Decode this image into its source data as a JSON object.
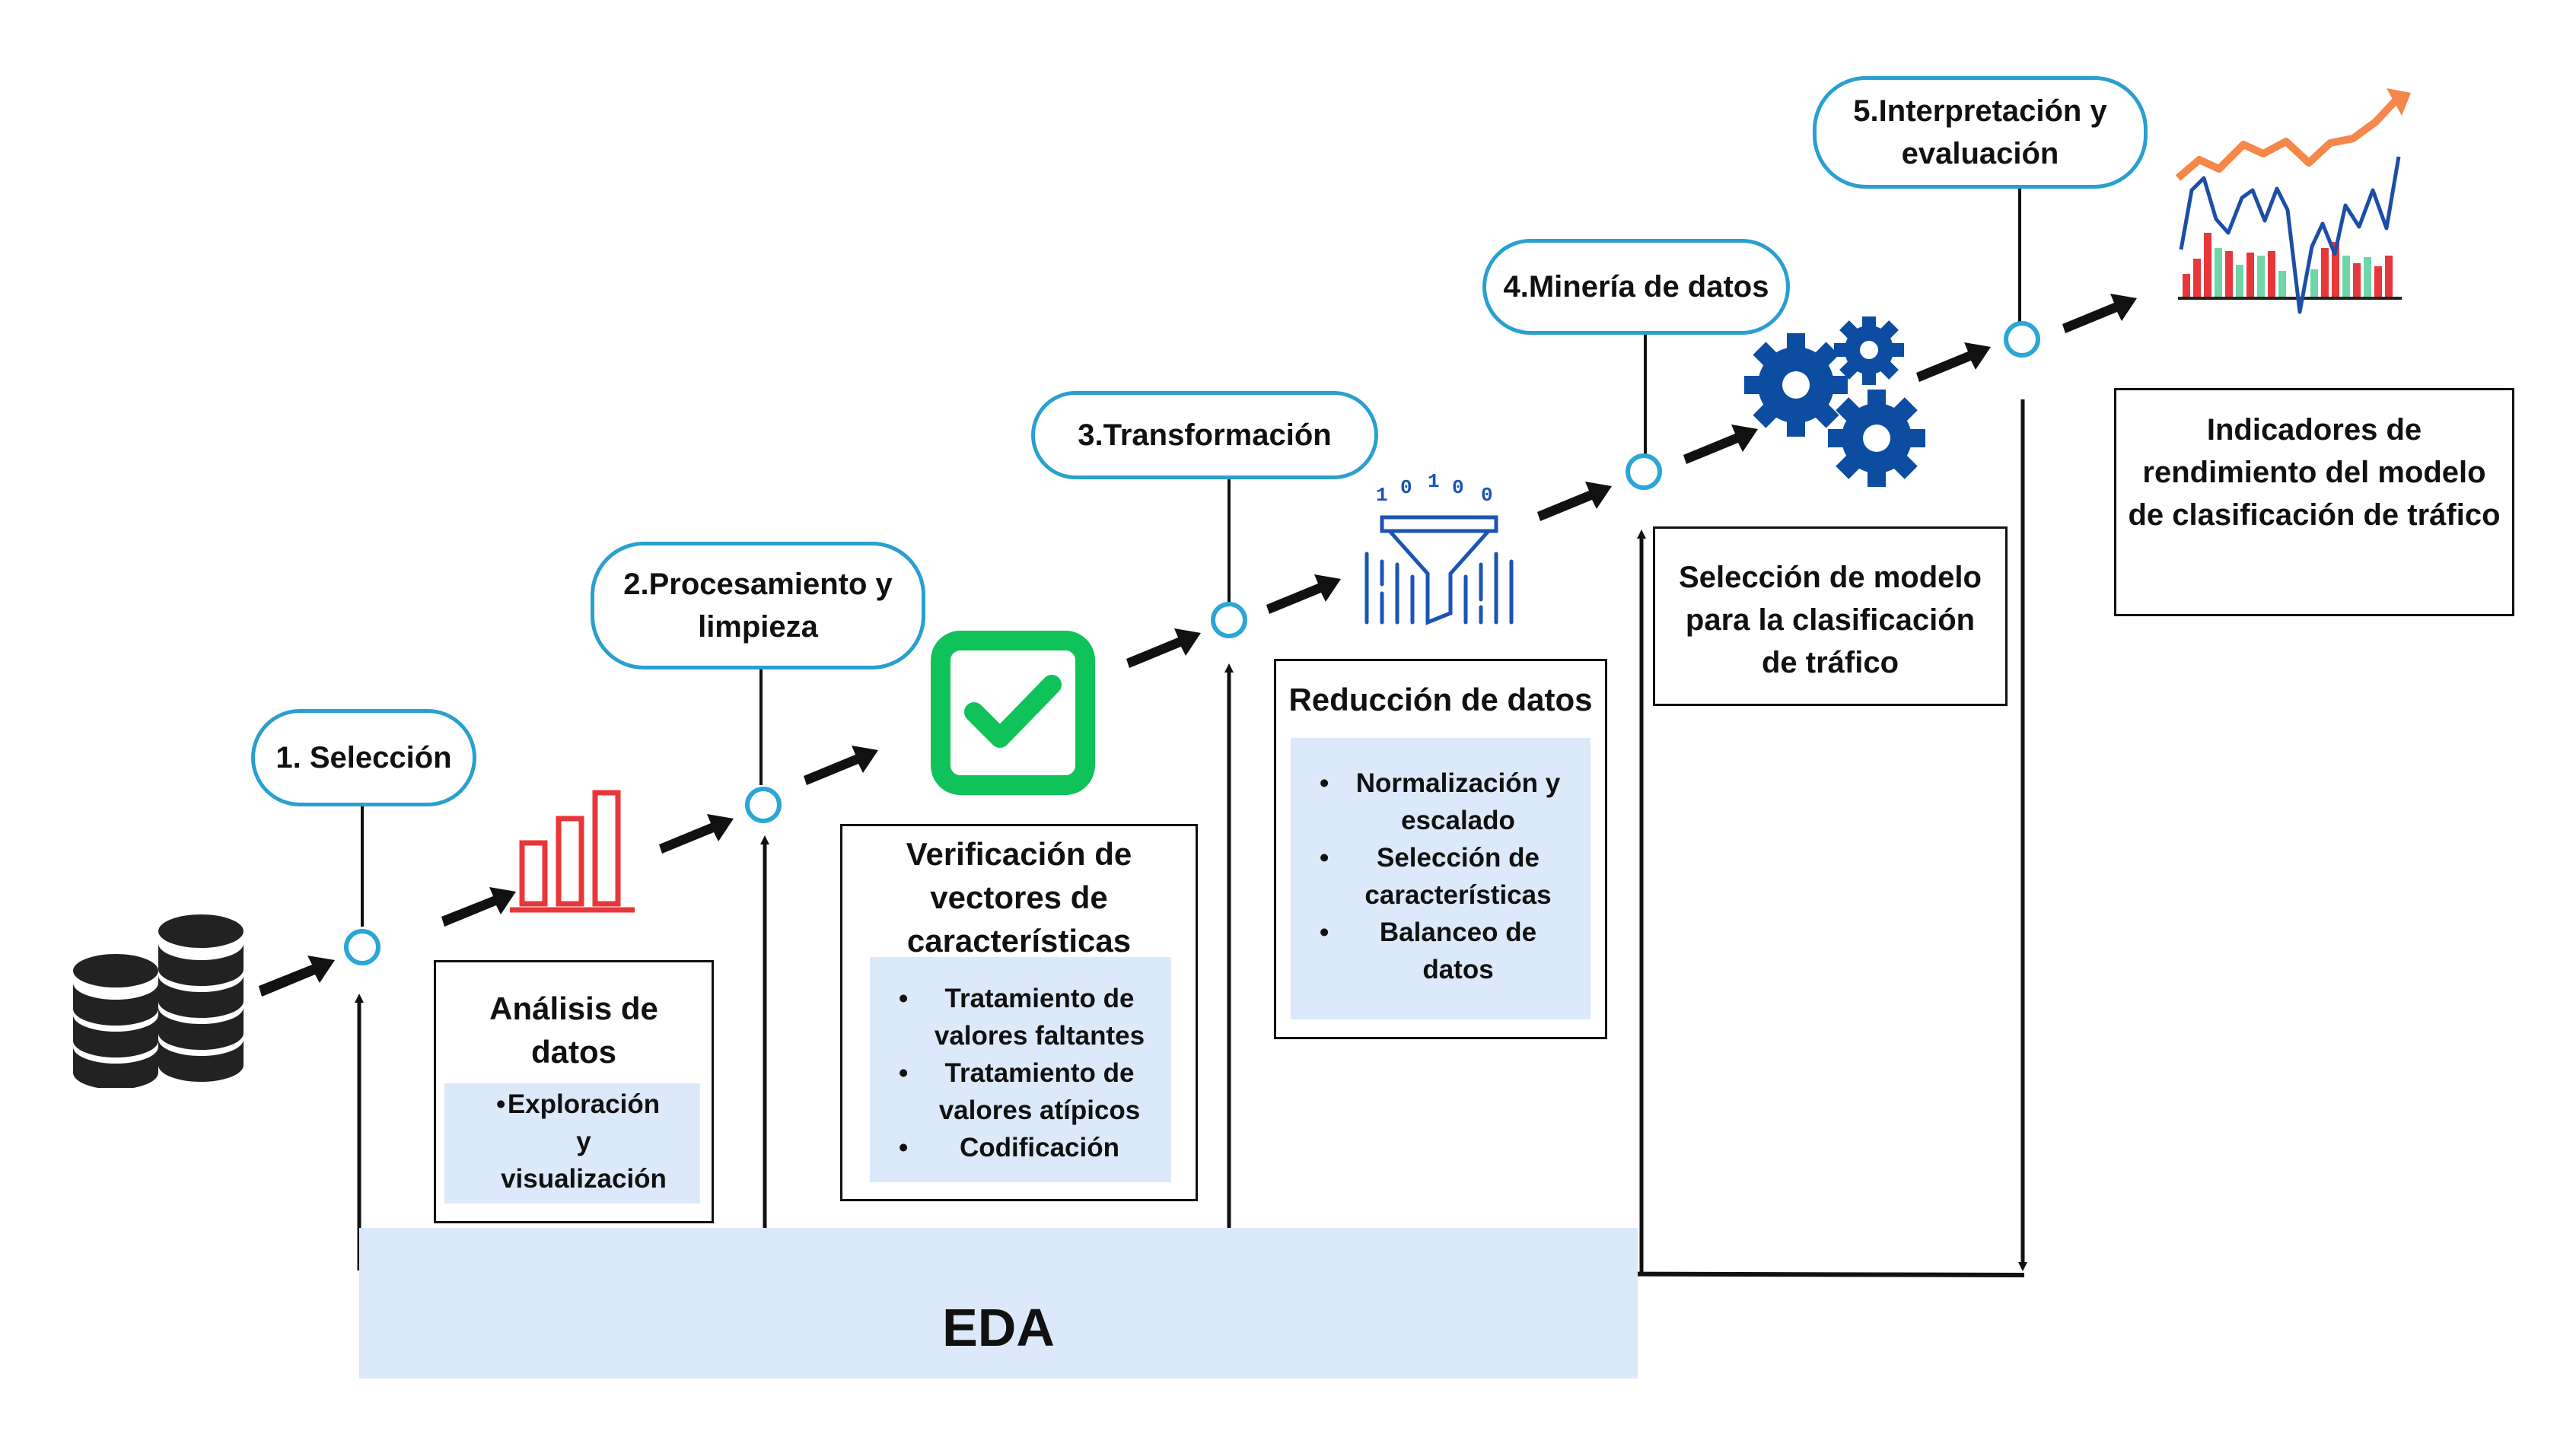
{
  "steps": {
    "seleccion": "1. Selección",
    "procesamiento": "2.Procesamiento y limpieza",
    "transformacion": "3.Transformación",
    "mineria": "4.Minería de datos",
    "interpretacion": "5.Interpretación y evaluación"
  },
  "boxes": {
    "analisis": {
      "title": "Análisis de datos",
      "items": [
        "Exploración y visualización"
      ]
    },
    "verificacion": {
      "title": "Verificación de vectores de características",
      "items": [
        "Tratamiento de valores faltantes",
        "Tratamiento de valores atípicos",
        "Codificación"
      ]
    },
    "reduccion": {
      "title": "Reducción de datos",
      "items": [
        "Normalización y escalado",
        "Selección de características",
        "Balanceo  de datos"
      ]
    },
    "seleccion_modelo": "Selección de modelo para la clasificación de tráfico",
    "indicadores": "Indicadores de rendimiento del modelo de clasificación de tráfico"
  },
  "eda_label": "EDA",
  "icons": [
    "database-icon",
    "bar-chart-icon",
    "checkmark-icon",
    "funnel-filter-icon",
    "gears-icon",
    "trend-chart-icon"
  ],
  "colors": {
    "pill_border": "#2a9fd0",
    "eda_band": "#dbe9fb",
    "check_green": "#0fc35a",
    "bars_red": "#e8373a",
    "gear_blue": "#0c4da2",
    "trend_orange": "#f5874a"
  }
}
